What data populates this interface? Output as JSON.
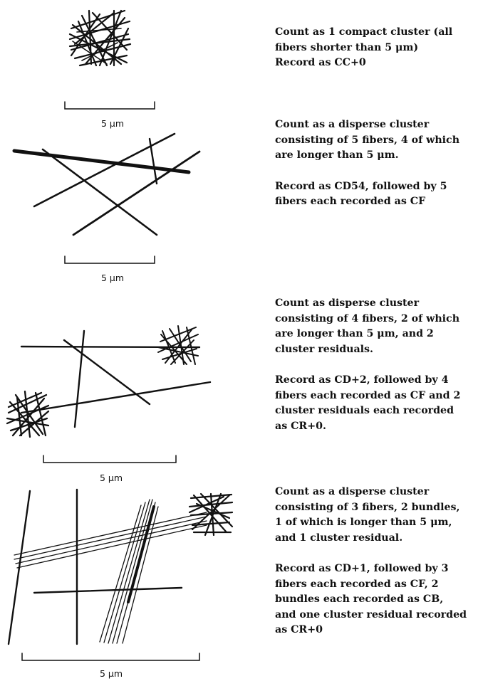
{
  "scale_bar_label": "5 μm",
  "panels": [
    {
      "lines": [
        "Count as 1 compact cluster (all",
        "fibers shorter than 5 μm)",
        "Record as CC+0"
      ]
    },
    {
      "count_lines": [
        "Count as a disperse cluster",
        "consisting of 5 fibers, 4 of which",
        "are longer than 5 μm."
      ],
      "record_lines": [
        "Record as CD54, followed by 5",
        "fibers each recorded as CF"
      ]
    },
    {
      "count_lines": [
        "Count as disperse cluster",
        "consisting of 4 fibers, 2 of which",
        "are longer than  5 μm, and 2",
        "cluster  residuals."
      ],
      "record_lines": [
        "Record as CD+2, followed by 4",
        "fibers each recorded as CF and 2",
        "cluster residuals each recorded",
        "as CR+0."
      ]
    },
    {
      "count_lines": [
        "Count as a disperse cluster",
        "consisting of 3 fibers, 2 bundles,",
        "1 of which is longer than 5 μm,",
        "and 1 cluster residual."
      ],
      "record_lines": [
        "Record as CD+1, followed by 3",
        "fibers each recorded as CF, 2",
        "bundles each recorded as CB,",
        "and one cluster residual recorded",
        "as CR+0"
      ]
    }
  ]
}
